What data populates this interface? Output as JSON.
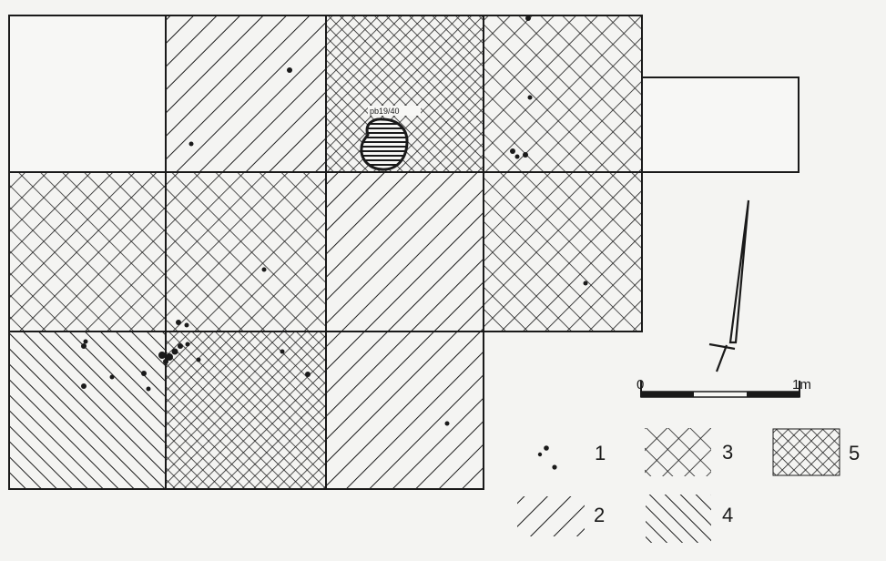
{
  "diagram": {
    "grid_rows": [
      [
        "blank",
        "pattern-2",
        "pattern-5",
        "pattern-3"
      ],
      [
        "pattern-3",
        "pattern-3",
        "pattern-2",
        "pattern-3"
      ],
      [
        "pattern-4",
        "pattern-5",
        "pattern-2"
      ]
    ],
    "extension": "blank",
    "feature": {
      "label": "pb19/40",
      "fill": "horizontal-hatch"
    }
  },
  "scale": {
    "start_label": "0",
    "end_label": "1m"
  },
  "legend": [
    {
      "id": "1",
      "label": "1",
      "pattern": "dots"
    },
    {
      "id": "2",
      "label": "2",
      "pattern": "diagonal-lines"
    },
    {
      "id": "3",
      "label": "3",
      "pattern": "coarse-crosshatch"
    },
    {
      "id": "4",
      "label": "4",
      "pattern": "dense-back-diagonal"
    },
    {
      "id": "5",
      "label": "5",
      "pattern": "fine-crosshatch"
    }
  ],
  "colors": {
    "ink": "#1a1a1a",
    "paper": "#f4f4f2"
  }
}
